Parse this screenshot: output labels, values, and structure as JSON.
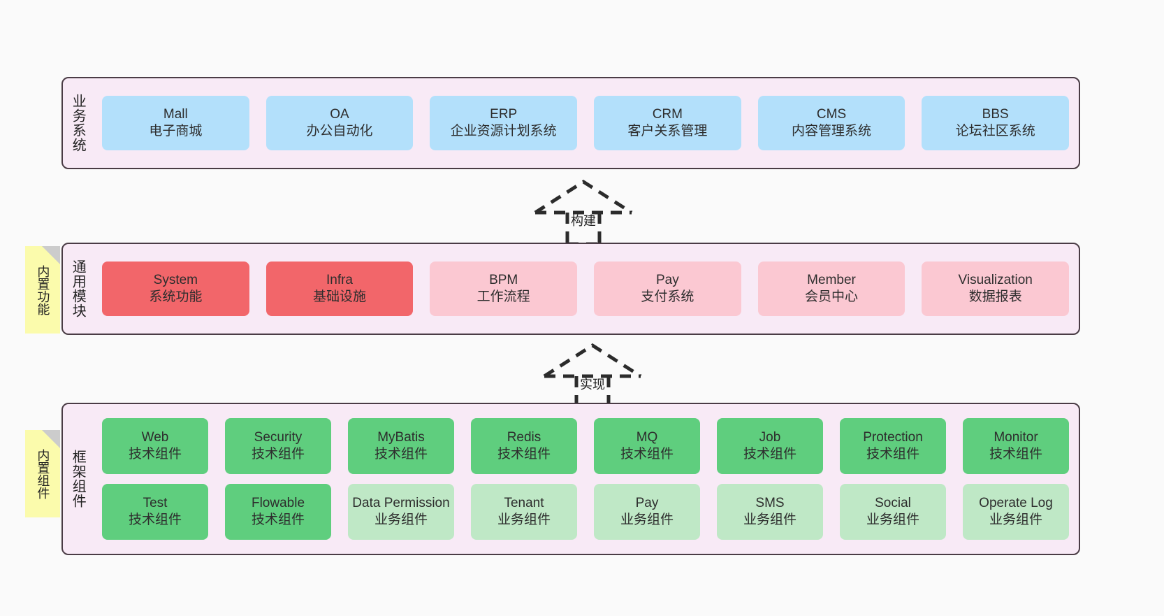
{
  "canvas": {
    "background": "#fafafa",
    "panel_fill": "#f8eaf6",
    "panel_border": "#4a3c45"
  },
  "sticky_notes": [
    {
      "name": "builtin-function",
      "text": "内置功能",
      "color": "#fbfbac"
    },
    {
      "name": "builtin-component",
      "text": "内置组件",
      "color": "#fbfbac"
    }
  ],
  "layers": {
    "business": {
      "title": "业务系统",
      "card_color": "#b3e0fb",
      "cards": [
        {
          "l1": "Mall",
          "l2": "电子商城"
        },
        {
          "l1": "OA",
          "l2": "办公自动化"
        },
        {
          "l1": "ERP",
          "l2": "企业资源计划系统"
        },
        {
          "l1": "CRM",
          "l2": "客户关系管理"
        },
        {
          "l1": "CMS",
          "l2": "内容管理系统"
        },
        {
          "l1": "BBS",
          "l2": "论坛社区系统"
        }
      ]
    },
    "modules": {
      "title": "通用模块",
      "card_color_primary": "#f2666a",
      "card_color_secondary": "#fbc8d2",
      "cards": [
        {
          "l1": "System",
          "l2": "系统功能",
          "tone": "red"
        },
        {
          "l1": "Infra",
          "l2": "基础设施",
          "tone": "red"
        },
        {
          "l1": "BPM",
          "l2": "工作流程",
          "tone": "pink"
        },
        {
          "l1": "Pay",
          "l2": "支付系统",
          "tone": "pink"
        },
        {
          "l1": "Member",
          "l2": "会员中心",
          "tone": "pink"
        },
        {
          "l1": "Visualization",
          "l2": "数据报表",
          "tone": "pink"
        }
      ]
    },
    "framework": {
      "title": "框架组件",
      "card_color_tech": "#5fce7e",
      "card_color_biz": "#bfe8c6",
      "row1": [
        {
          "l1": "Web",
          "l2": "技术组件"
        },
        {
          "l1": "Security",
          "l2": "技术组件"
        },
        {
          "l1": "MyBatis",
          "l2": "技术组件"
        },
        {
          "l1": "Redis",
          "l2": "技术组件"
        },
        {
          "l1": "MQ",
          "l2": "技术组件"
        },
        {
          "l1": "Job",
          "l2": "技术组件"
        },
        {
          "l1": "Protection",
          "l2": "技术组件"
        },
        {
          "l1": "Monitor",
          "l2": "技术组件"
        }
      ],
      "row2": [
        {
          "l1": "Test",
          "l2": "技术组件",
          "tone": "tech"
        },
        {
          "l1": "Flowable",
          "l2": "技术组件",
          "tone": "tech"
        },
        {
          "l1": "Data Permission",
          "l2": "业务组件",
          "tone": "biz",
          "wrap": true
        },
        {
          "l1": "Tenant",
          "l2": "业务组件",
          "tone": "biz"
        },
        {
          "l1": "Pay",
          "l2": "业务组件",
          "tone": "biz"
        },
        {
          "l1": "SMS",
          "l2": "业务组件",
          "tone": "biz"
        },
        {
          "l1": "Social",
          "l2": "业务组件",
          "tone": "biz"
        },
        {
          "l1": "Operate Log",
          "l2": "业务组件",
          "tone": "biz"
        }
      ]
    }
  },
  "connectors": [
    {
      "name": "build",
      "label": "构建",
      "style": "dashed-hollow-arrow-up"
    },
    {
      "name": "realize",
      "label": "实现",
      "style": "dashed-hollow-arrow-up"
    }
  ]
}
